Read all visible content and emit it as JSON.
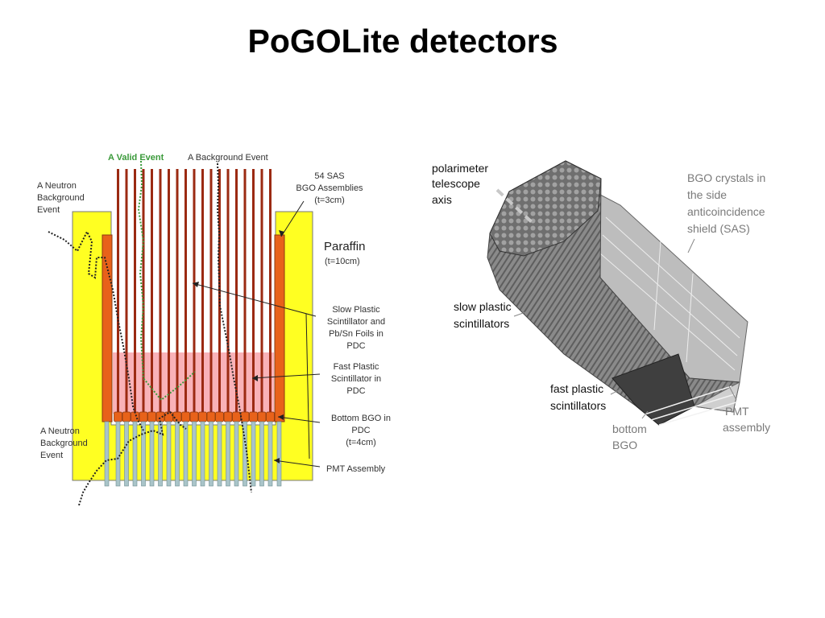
{
  "title": "PoGOLite detectors",
  "left_diagram": {
    "labels": {
      "valid_event": "A Valid Event",
      "background_event": "A Background Event",
      "neutron_top": [
        "A Neutron",
        "Background",
        "Event"
      ],
      "neutron_bottom": [
        "A Neutron",
        "Background",
        "Event"
      ],
      "sas": [
        "54 SAS",
        "BGO Assemblies",
        "(t=3cm)"
      ],
      "paraffin": "Paraffin",
      "paraffin_t": "(t=10cm)",
      "slow_plastic": [
        "Slow Plastic",
        "Scintillator and",
        "Pb/Sn Foils  in",
        "PDC"
      ],
      "fast_plastic": [
        "Fast Plastic",
        "Scintillator in",
        "PDC"
      ],
      "bottom_bgo": [
        "Bottom BGO in",
        "PDC",
        "(t=4cm)"
      ],
      "pmt_assembly": "PMT Assembly"
    },
    "colors": {
      "paraffin": "#ffff22",
      "sas": "#e8621a",
      "slow_rod": "#9b2a12",
      "fast_region": "#f9b2b8",
      "pmt": "#a9c4c9",
      "valid_track": "#3a9a3a"
    }
  },
  "right_diagram": {
    "labels": {
      "axis": [
        "polarimeter",
        "telescope",
        "axis"
      ],
      "bgo_side": [
        "BGO crystals in",
        "the side",
        "anticoincidence",
        "shield (SAS)"
      ],
      "slow_plastic": [
        "slow plastic",
        "scintillators"
      ],
      "fast_plastic": [
        "fast plastic",
        "scintillators"
      ],
      "bottom_bgo": [
        "bottom",
        "BGO"
      ],
      "pmt_assembly": [
        "PMT",
        "assembly"
      ]
    }
  }
}
